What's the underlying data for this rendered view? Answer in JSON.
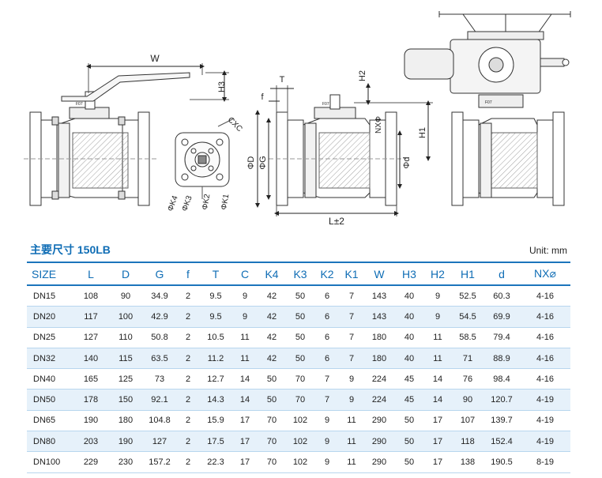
{
  "drawing": {
    "labels": {
      "w": "W",
      "h3": "H3",
      "t": "T",
      "f": "f",
      "h2": "H2",
      "h1": "H1",
      "nx": "NXΦ",
      "d_outer": "ΦD",
      "g": "ΦG",
      "d_inner": "Φd",
      "l": "L±2",
      "cxc": "CXC",
      "k4": "ΦK4",
      "k3": "ΦK3",
      "k2": "ΦK2",
      "k1": "ΦK1",
      "plate": "F07"
    }
  },
  "table": {
    "title": "主要尺寸 150LB",
    "unit": "Unit: mm",
    "headers": [
      "SIZE",
      "L",
      "D",
      "G",
      "f",
      "T",
      "C",
      "K4",
      "K3",
      "K2",
      "K1",
      "W",
      "H3",
      "H2",
      "H1",
      "d",
      "NX⌀"
    ],
    "rows": [
      [
        "DN15",
        "108",
        "90",
        "34.9",
        "2",
        "9.5",
        "9",
        "42",
        "50",
        "6",
        "7",
        "143",
        "40",
        "9",
        "52.5",
        "60.3",
        "4-16"
      ],
      [
        "DN20",
        "117",
        "100",
        "42.9",
        "2",
        "9.5",
        "9",
        "42",
        "50",
        "6",
        "7",
        "143",
        "40",
        "9",
        "54.5",
        "69.9",
        "4-16"
      ],
      [
        "DN25",
        "127",
        "110",
        "50.8",
        "2",
        "10.5",
        "11",
        "42",
        "50",
        "6",
        "7",
        "180",
        "40",
        "11",
        "58.5",
        "79.4",
        "4-16"
      ],
      [
        "DN32",
        "140",
        "115",
        "63.5",
        "2",
        "11.2",
        "11",
        "42",
        "50",
        "6",
        "7",
        "180",
        "40",
        "11",
        "71",
        "88.9",
        "4-16"
      ],
      [
        "DN40",
        "165",
        "125",
        "73",
        "2",
        "12.7",
        "14",
        "50",
        "70",
        "7",
        "9",
        "224",
        "45",
        "14",
        "76",
        "98.4",
        "4-16"
      ],
      [
        "DN50",
        "178",
        "150",
        "92.1",
        "2",
        "14.3",
        "14",
        "50",
        "70",
        "7",
        "9",
        "224",
        "45",
        "14",
        "90",
        "120.7",
        "4-19"
      ],
      [
        "DN65",
        "190",
        "180",
        "104.8",
        "2",
        "15.9",
        "17",
        "70",
        "102",
        "9",
        "11",
        "290",
        "50",
        "17",
        "107",
        "139.7",
        "4-19"
      ],
      [
        "DN80",
        "203",
        "190",
        "127",
        "2",
        "17.5",
        "17",
        "70",
        "102",
        "9",
        "11",
        "290",
        "50",
        "17",
        "118",
        "152.4",
        "4-19"
      ],
      [
        "DN100",
        "229",
        "230",
        "157.2",
        "2",
        "22.3",
        "17",
        "70",
        "102",
        "9",
        "11",
        "290",
        "50",
        "17",
        "138",
        "190.5",
        "8-19"
      ]
    ]
  }
}
